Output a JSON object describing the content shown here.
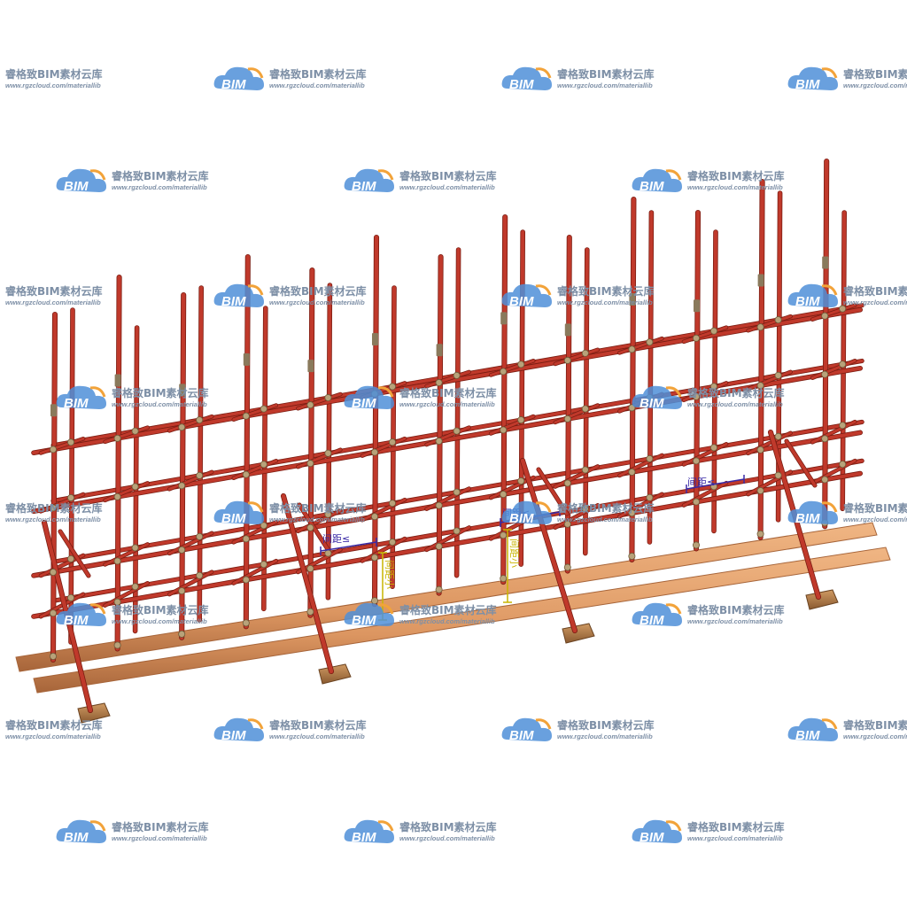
{
  "watermark": {
    "logo_text": "BIM",
    "brand": "睿格致BIM素材云库",
    "url": "www.rgzcloud.com/materiallib"
  },
  "dimensions": [
    {
      "label": "间距≤",
      "color": "#3a2aa6"
    },
    {
      "label": "间距≤",
      "color": "#3a2aa6"
    },
    {
      "label": "间距≤",
      "color": "#3a2aa6"
    },
    {
      "label": "间距小",
      "color": "#c9b400"
    },
    {
      "label": "间距小",
      "color": "#c9b400"
    }
  ],
  "colors": {
    "pipe": "#c0392b",
    "pipe_shadow": "#7b1d12",
    "coupler": "#b8a27a",
    "plank": "#e2a06a",
    "plank_edge": "#a7653a",
    "block": "#b98450",
    "watermark_cloud": "#4f8fd8",
    "watermark_orange": "#f2a33a"
  }
}
